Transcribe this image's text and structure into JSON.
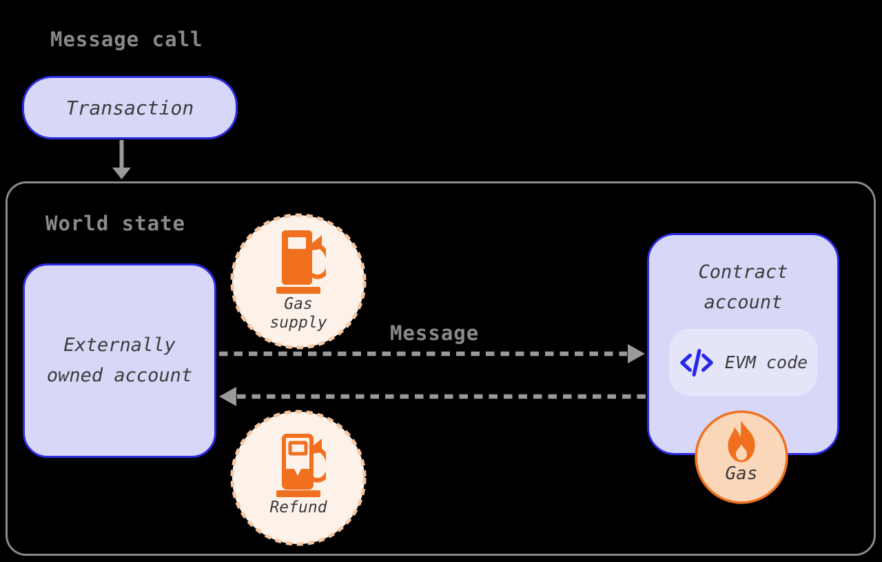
{
  "palette": {
    "background": "#000000",
    "box_fill": "#d7d7f7",
    "box_border_blue": "#2b2be0",
    "evm_pill_fill": "#e5e5fa",
    "gray_text": "#8a8a8a",
    "arrow_gray": "#9a9a9a",
    "dark_text": "#3b3b3b",
    "orange": "#f0701f",
    "peach_dash_border": "#f6c7a2",
    "cream_circle_fill": "#fdf2e9",
    "gas_circle_fill": "#f9d7b8"
  },
  "header": {
    "title": "Message call"
  },
  "transaction": {
    "label": "Transaction"
  },
  "world_state": {
    "title": "World state"
  },
  "eoa": {
    "line1": "Externally",
    "line2": "owned account"
  },
  "gas_supply": {
    "line1": "Gas",
    "line2": "supply",
    "icon": "gas-pump-icon"
  },
  "message_arrow": {
    "label": "Message"
  },
  "contract": {
    "line1": "Contract",
    "line2": "account",
    "evm_label": "EVM code",
    "evm_icon": "code-brackets-icon"
  },
  "gas": {
    "label": "Gas",
    "icon": "flame-icon"
  },
  "refund": {
    "label": "Refund",
    "icon": "gas-pump-refund-icon"
  },
  "arrows": {
    "transaction_to_world": "down-arrow",
    "eoa_to_contract": "dashed-arrow-right",
    "contract_to_eoa": "dashed-arrow-left"
  }
}
